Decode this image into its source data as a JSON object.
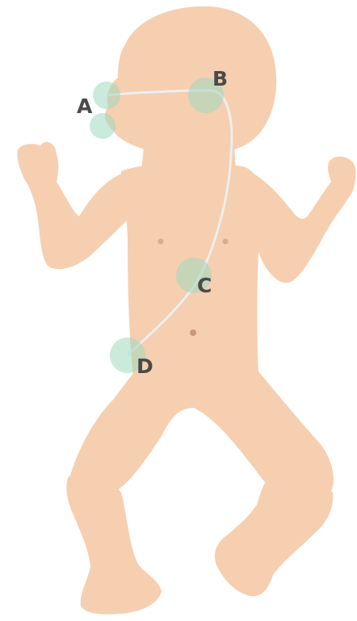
{
  "diagram": {
    "colors": {
      "skin": "#f5cfb0",
      "nipple": "#dbab8b",
      "navel": "#c89978",
      "marker": "#9ed9bf",
      "path": "#eeeeee",
      "label": "#4a4a4a"
    },
    "points": [
      {
        "id": "A",
        "label": "A"
      },
      {
        "id": "B",
        "label": "B"
      },
      {
        "id": "C",
        "label": "C"
      },
      {
        "id": "D",
        "label": "D"
      }
    ]
  }
}
